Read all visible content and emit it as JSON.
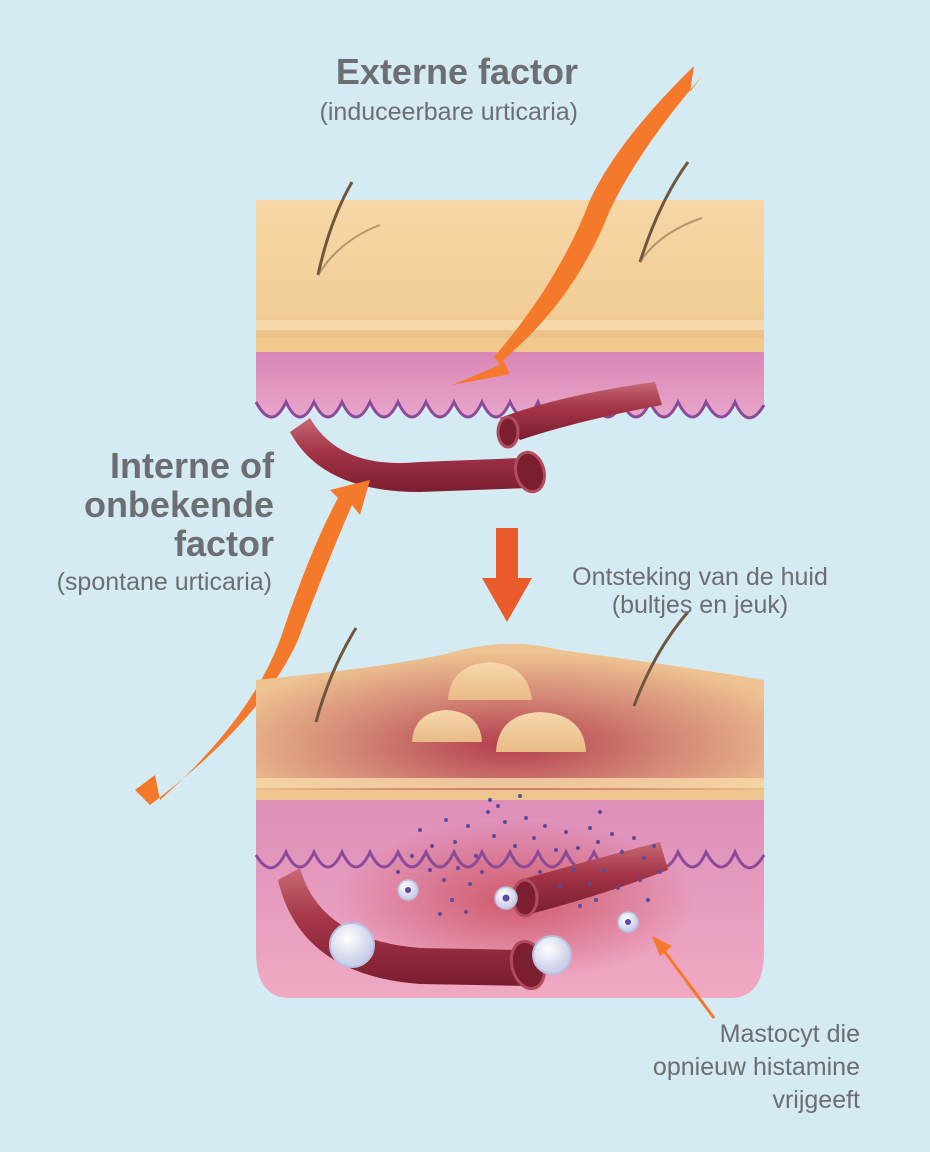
{
  "external": {
    "title": "Externe factor",
    "subtitle": "(induceerbare urticaria)"
  },
  "internal": {
    "title_lines": [
      "Interne of",
      "onbekende",
      "factor"
    ],
    "subtitle": "(spontane urticaria)"
  },
  "inflammation": {
    "lines": [
      "Ontsteking van de huid",
      "(bultjes en jeuk)"
    ]
  },
  "mastocyte": {
    "lines": [
      "Mastocyt die",
      "opnieuw histamine",
      "vrijgeeft"
    ]
  },
  "colors": {
    "background": "#d4ebf3",
    "text": "#6d6e71",
    "arrow": "#f4792a",
    "down_arrow": "#e95b2a",
    "skin": "#f4cf9c",
    "dermis": "#e4a0c4",
    "vessel": "#9b2a3e",
    "granules": "#5b4aa0"
  },
  "icons": {
    "external_arrow": "orange-arrow-icon",
    "internal_arrow": "orange-arrow-icon",
    "process_arrow": "down-arrow-icon",
    "mastocyte_pointer": "pointer-arrow-icon"
  }
}
